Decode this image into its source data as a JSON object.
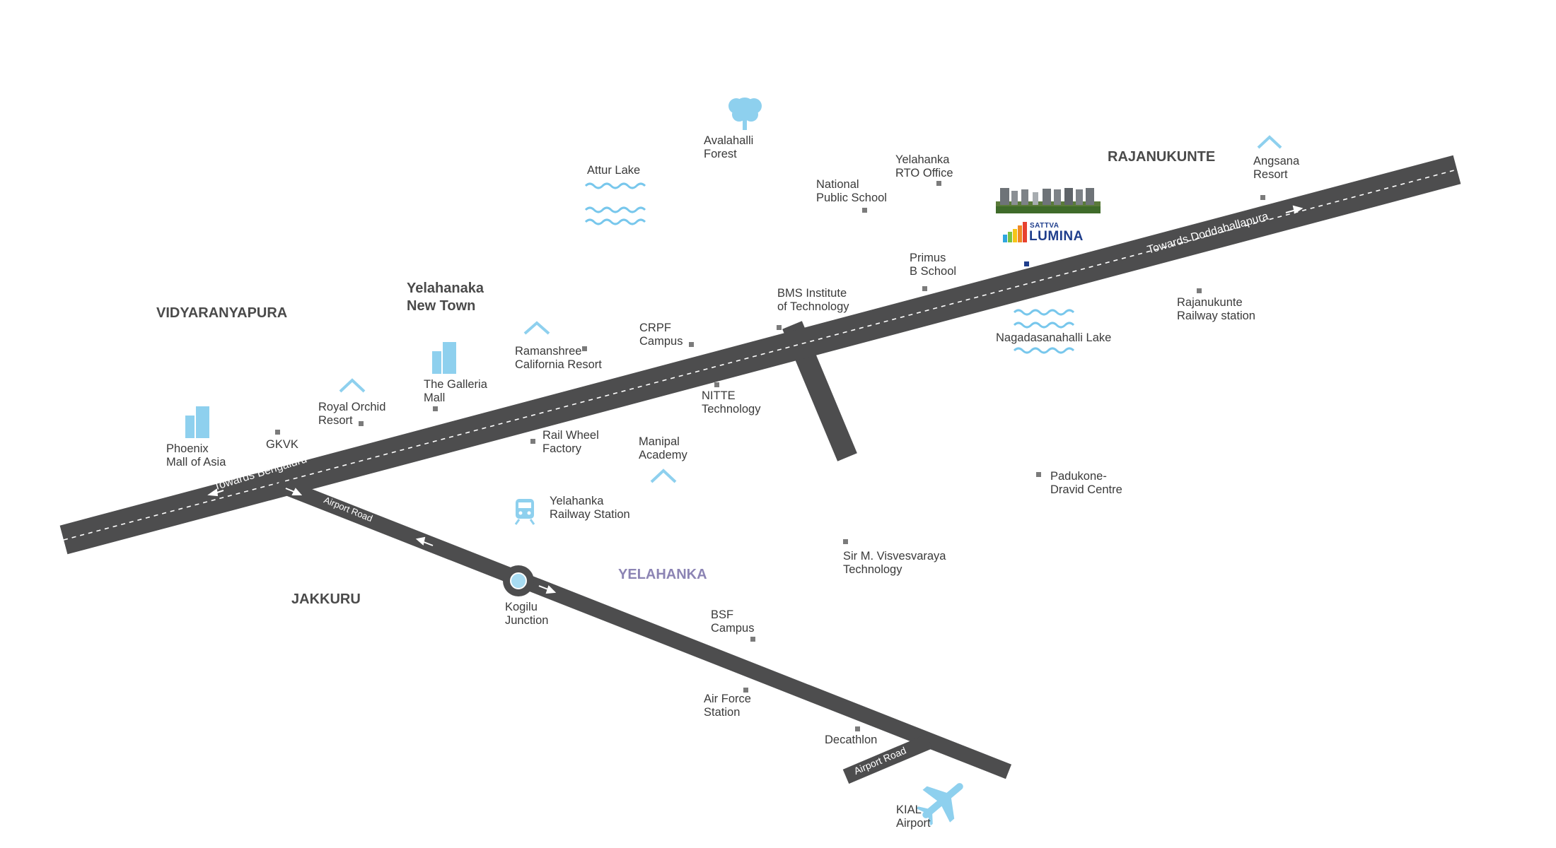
{
  "colors": {
    "road": "#4d4d4e",
    "marker": "#7b7b7b",
    "icon_blue": "#8ed0ee",
    "water_blue": "#78c7ec",
    "area_text": "#4a4a4a",
    "yelahanka_text": "#8c84b4",
    "brand_blue": "#1f3e8c"
  },
  "roads": {
    "main_direction_left": "Towards Bengaluru",
    "main_direction_right": "Towards Doddaballapura",
    "airport_road_upper": "Airport Road",
    "airport_road_lower": "Airport Road"
  },
  "areas": {
    "vidyaranyapura": "VIDYARANYAPURA",
    "yelahanka_new_town": "Yelahanaka\nNew Town",
    "rajanukunte": "RAJANUKUNTE",
    "jakkuru": "JAKKURU",
    "yelahanka": "YELAHANKA"
  },
  "project": {
    "brand_top": "SATTVA",
    "brand_main": "LUMINA"
  },
  "landmarks": {
    "avalahalli_forest": "Avalahalli\nForest",
    "attur_lake": "Attur Lake",
    "yelahanka_rto": "Yelahanka\nRTO Office",
    "national_public_school": "National\nPublic School",
    "angsana_resort": "Angsana\nResort",
    "primus_b_school": "Primus\nB School",
    "bms_institute": "BMS Institute\nof Technology",
    "crpf_campus": "CRPF\nCampus",
    "ramanshree_resort": "Ramanshree\nCalifornia Resort",
    "galleria_mall": "The Galleria\nMall",
    "royal_orchid": "Royal Orchid\nResort",
    "gkvk": "GKVK",
    "phoenix_mall": "Phoenix\nMall of Asia",
    "nitte": "NITTE\nTechnology",
    "rail_wheel_factory": "Rail Wheel\nFactory",
    "manipal_academy": "Manipal\nAcademy",
    "yelahanka_railway": "Yelahanka\nRailway Station",
    "nagadasanahalli_lake": "Nagadasanahalli Lake",
    "rajanukunte_railway": "Rajanukunte\nRailway station",
    "padukone_dravid": "Padukone-\nDravid Centre",
    "sir_mv_technology": "Sir M. Visvesvaraya\nTechnology",
    "kogilu_junction": "Kogilu\nJunction",
    "bsf_campus": "BSF\nCampus",
    "air_force_station": "Air Force\nStation",
    "decathlon": "Decathlon",
    "kial_airport": "KIAL\nAirport"
  }
}
